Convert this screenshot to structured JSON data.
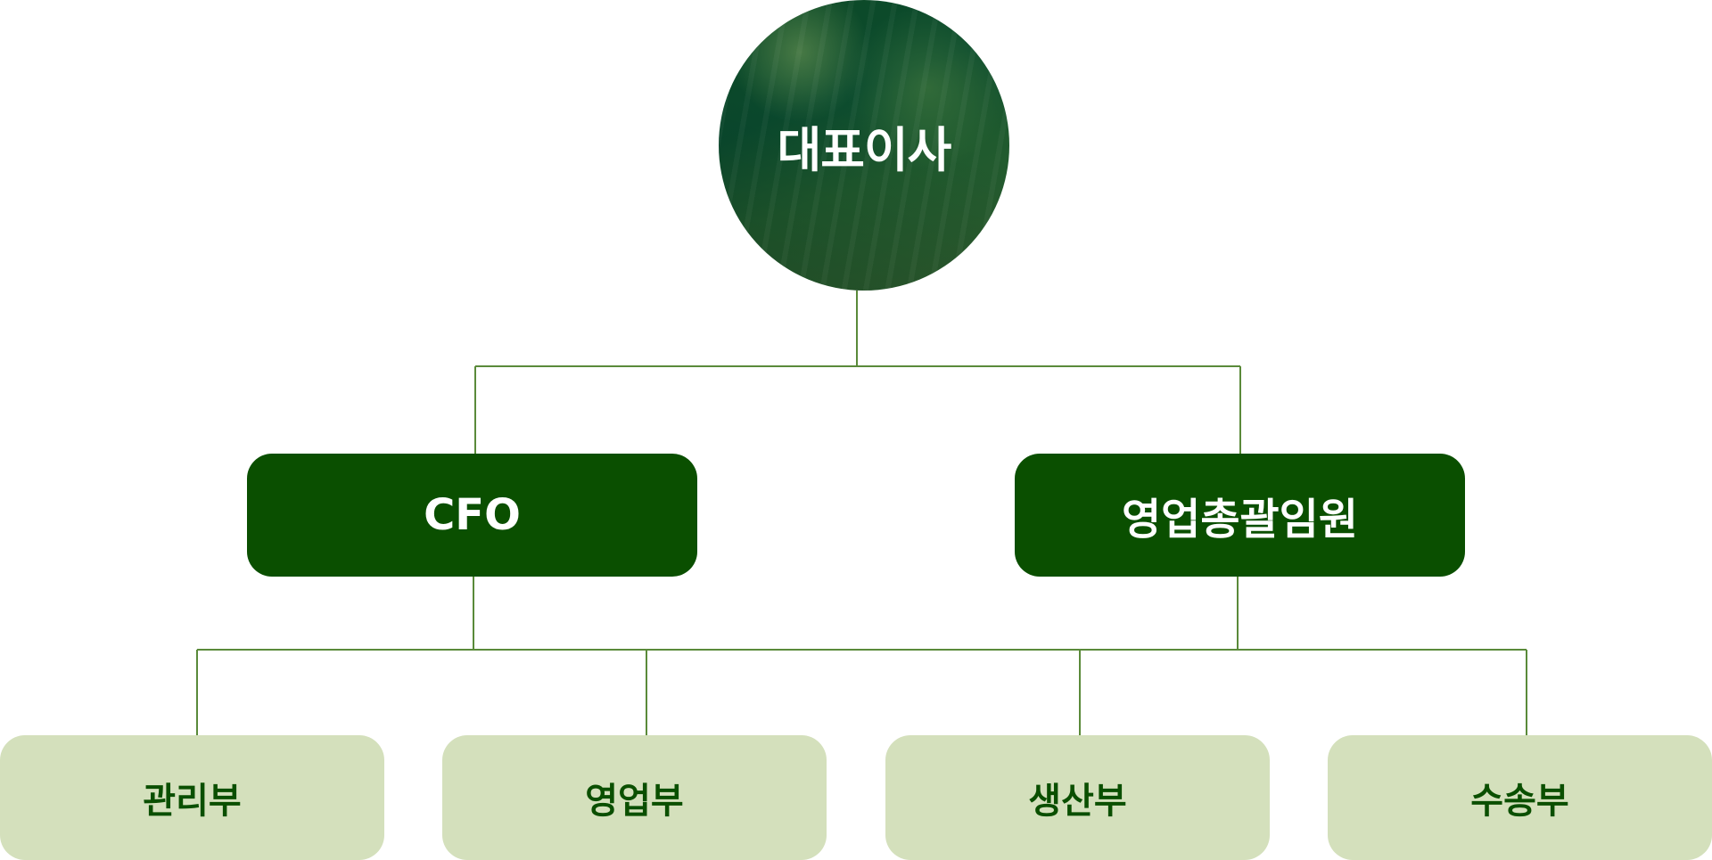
{
  "ceo": {
    "label": "대표이사"
  },
  "executives": [
    {
      "label": "CFO"
    },
    {
      "label": "영업총괄임원"
    }
  ],
  "departments": [
    {
      "label": "관리부"
    },
    {
      "label": "영업부"
    },
    {
      "label": "생산부"
    },
    {
      "label": "수송부"
    }
  ],
  "colors": {
    "executive_fill": "#0a4f00",
    "department_fill": "#d4e0bc",
    "connector_line": "#5a8a3a"
  }
}
